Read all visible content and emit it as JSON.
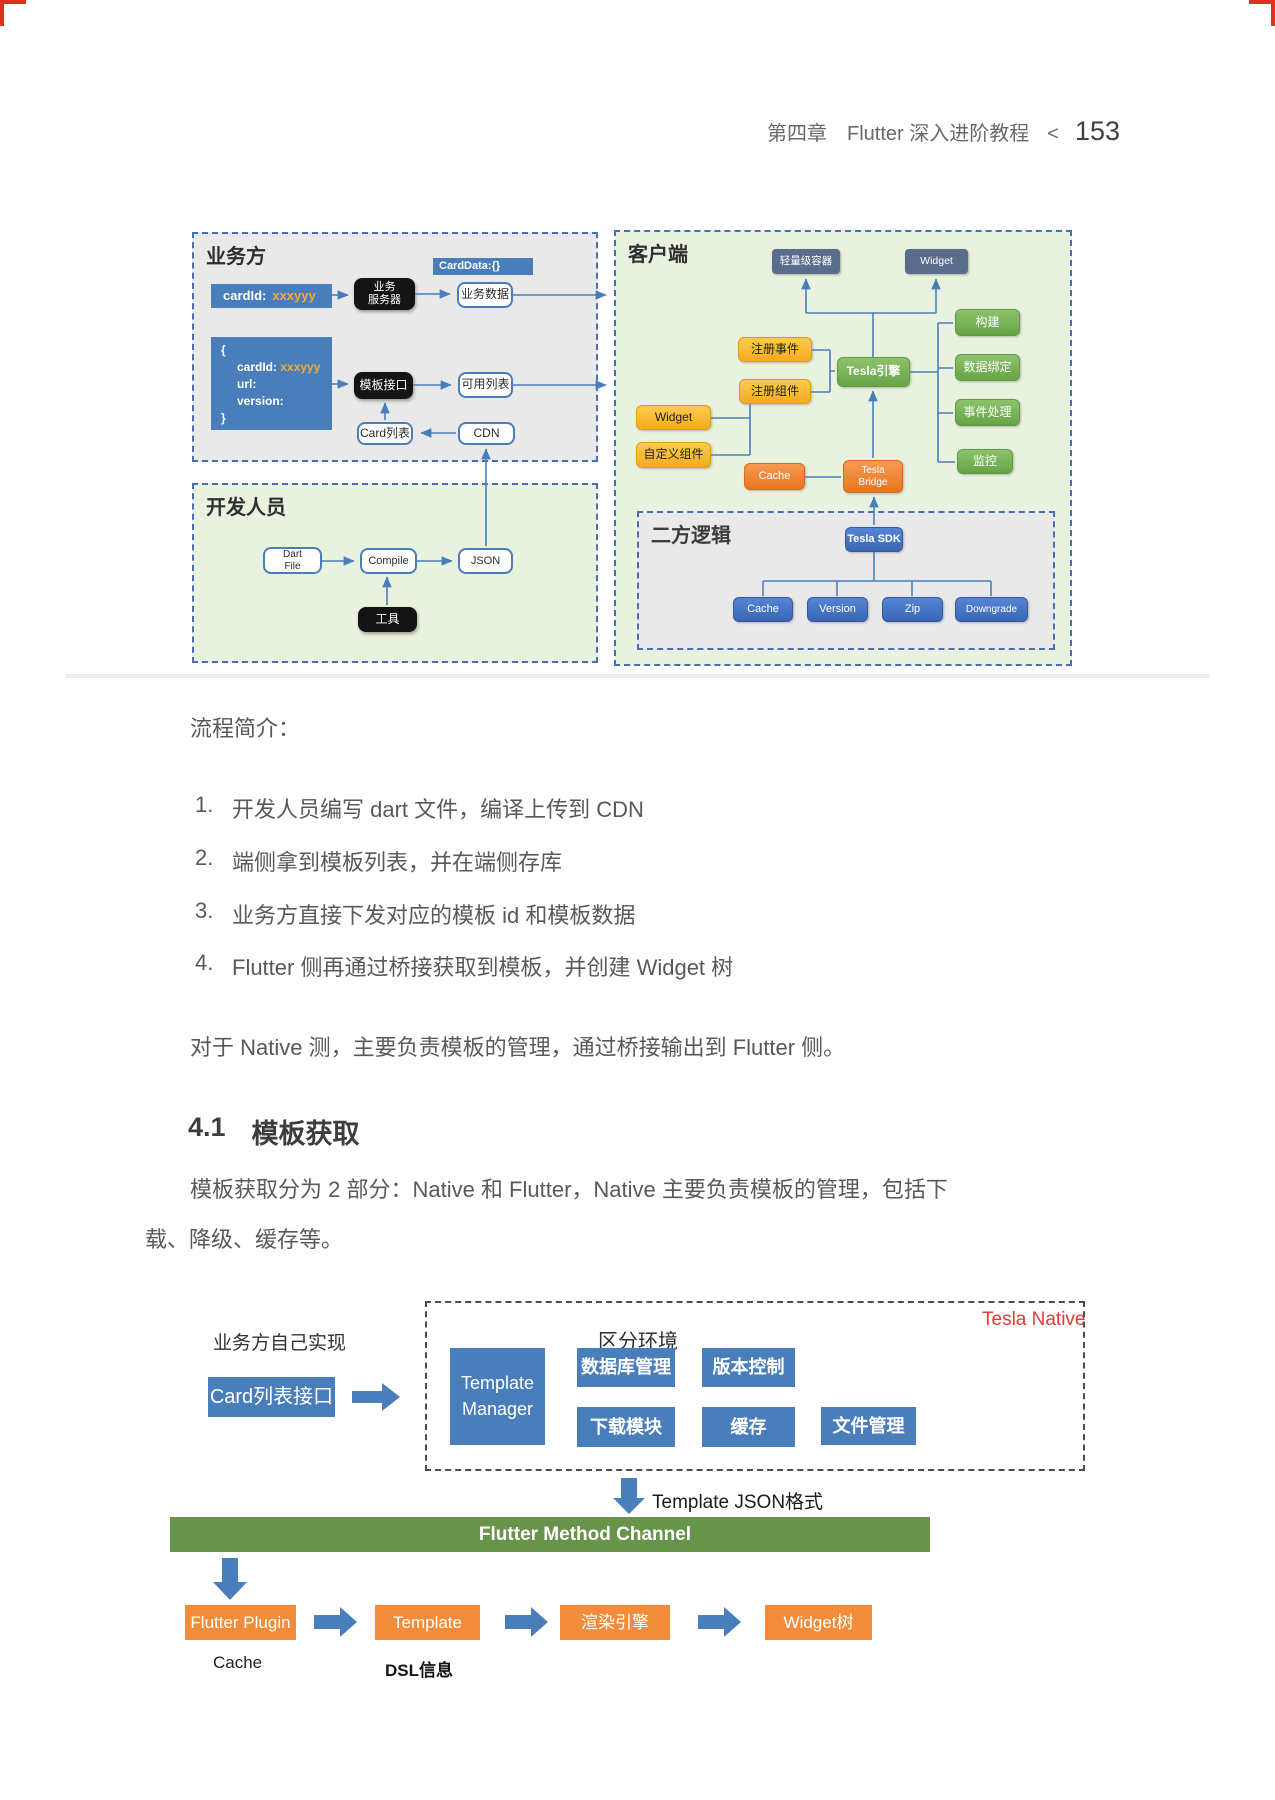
{
  "header": {
    "chapter": "第四章",
    "title": "Flutter 深入进阶教程",
    "sep": "<",
    "page": "153"
  },
  "colors": {
    "diagram_blue": "#4a7ebb",
    "red_frame": "#e0301e",
    "red_tag": "#e53935",
    "green_bar": "#68934a",
    "orange": "#f08c3a"
  },
  "d1": {
    "business_title": "业务方",
    "dev_title": "开发人员",
    "client_title": "客户端",
    "second_title": "二方逻辑",
    "cardid_key": "cardId:",
    "cardid_val": "xxxyyy",
    "server_l1": "业务",
    "server_l2": "服务器",
    "carddata": "CardData:{}",
    "bizdata": "业务数据",
    "obj_open": "{",
    "obj_key": "cardId:",
    "obj_val": "xxxyyy",
    "obj_url": "url:",
    "obj_version": "version:",
    "obj_close": "}",
    "tpl_api": "模板接口",
    "avail_list": "可用列表",
    "card_list": "Card列表",
    "cdn": "CDN",
    "dart_l1": "Dart",
    "dart_l2": "File",
    "compile": "Compile",
    "json": "JSON",
    "tool": "工具",
    "light_container": "轻量级容器",
    "widget_dark": "Widget",
    "reg_event": "注册事件",
    "reg_comp": "注册组件",
    "engine": "Tesla引擎",
    "widget_yellow": "Widget",
    "custom_comp": "自定义组件",
    "cache": "Cache",
    "bridge_l1": "Tesla",
    "bridge_l2": "Bridge",
    "build": "构建",
    "databind": "数据绑定",
    "event_handle": "事件处理",
    "monitor": "监控",
    "sdk": "Tesla SDK",
    "sdk_cache": "Cache",
    "sdk_version": "Version",
    "sdk_zip": "Zip",
    "sdk_downgrade": "Downgrade"
  },
  "body": {
    "intro": "流程简介：",
    "items": [
      {
        "num": "1.",
        "text": "开发人员编写 dart 文件，编译上传到 CDN"
      },
      {
        "num": "2.",
        "text": "端侧拿到模板列表，并在端侧存库"
      },
      {
        "num": "3.",
        "text": "业务方直接下发对应的模板 id 和模板数据"
      },
      {
        "num": "4.",
        "text": "Flutter 侧再通过桥接获取到模板，并创建 Widget 树"
      }
    ],
    "para1": "对于 Native 测，主要负责模板的管理，通过桥接输出到 Flutter 侧。",
    "h_num": "4.1",
    "h_title": "模板获取",
    "para2_l1": "模板获取分为 2 部分：Native 和 Flutter，Native 主要负责模板的管理，包括下",
    "para2_l2": "载、降级、缓存等。"
  },
  "d2": {
    "impl": "业务方自己实现",
    "card_api": "Card列表接口",
    "native_tag": "Tesla Native",
    "env": "区分环境",
    "tm_l1": "Template",
    "tm_l2": "Manager",
    "db": "数据库管理",
    "version_ctl": "版本控制",
    "download": "下载模块",
    "cache": "缓存",
    "file_mgr": "文件管理",
    "json_fmt": "Template JSON格式",
    "channel": "Flutter Method Channel",
    "plugin": "Flutter Plugin",
    "template": "Template",
    "render": "渲染引擎",
    "widget_tree": "Widget树",
    "cache_label": "Cache",
    "dsl_label": "DSL信息"
  }
}
